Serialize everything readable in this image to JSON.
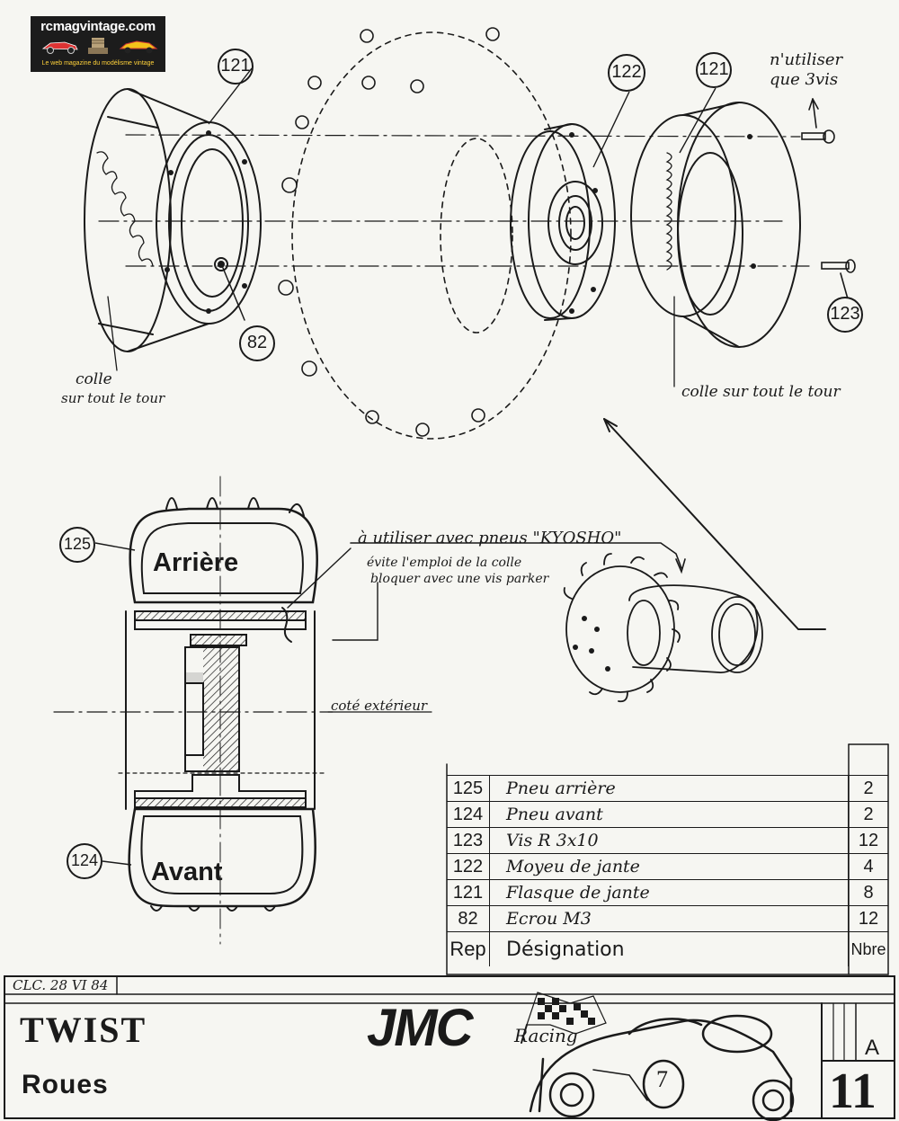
{
  "logo": {
    "site": "rcmagvintage.com",
    "tagline": "Le web magazine du modélisme vintage"
  },
  "callouts": {
    "c121_left": "121",
    "c82": "82",
    "c122": "122",
    "c121_right": "121",
    "c123": "123",
    "c125": "125",
    "c124": "124"
  },
  "notes": {
    "screws_line1": "n'utiliser",
    "screws_line2": "que 3vis",
    "glue_left_line1": "colle",
    "glue_left_line2": "sur tout le tour",
    "glue_right": "colle sur tout le tour",
    "kyosho": "à utiliser avec pneus \"KYOSHO\"",
    "kyosho_sub1": "évite l'emploi de la colle",
    "kyosho_sub2": "bloquer avec une vis parker",
    "outer_side": "coté extérieur"
  },
  "section": {
    "rear": "Arrière",
    "front": "Avant"
  },
  "parts_table": {
    "rows": [
      {
        "rep": "125",
        "designation": "Pneu arrière",
        "qty": "2"
      },
      {
        "rep": "124",
        "designation": "Pneu avant",
        "qty": "2"
      },
      {
        "rep": "123",
        "designation": "Vis R 3x10",
        "qty": "12"
      },
      {
        "rep": "122",
        "designation": "Moyeu de jante",
        "qty": "4"
      },
      {
        "rep": "121",
        "designation": "Flasque de jante",
        "qty": "8"
      },
      {
        "rep": "82",
        "designation": "Ecrou M3",
        "qty": "12"
      }
    ],
    "header": {
      "rep": "Rep",
      "designation": "Désignation",
      "qty": "Nbre"
    }
  },
  "title_block": {
    "drafter": "CLC. 28 VI 84",
    "model": "TWIST",
    "subject": "Roues",
    "brand": "JMC",
    "brand_sub": "Racing",
    "sheet_format": "A",
    "sheet_number": "11",
    "car_number": "7"
  }
}
